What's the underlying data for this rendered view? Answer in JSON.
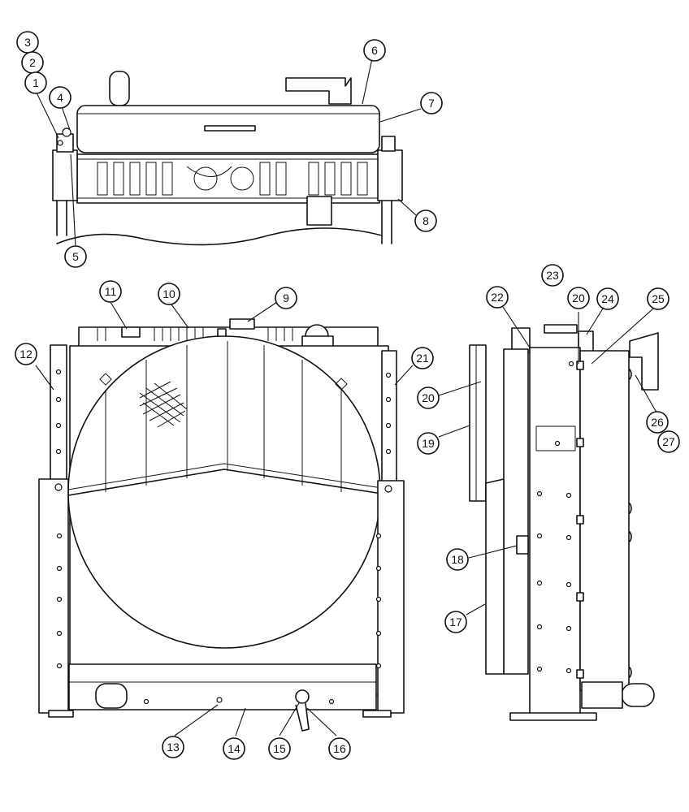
{
  "diagram": {
    "views": {
      "top": {
        "name": "top-view"
      },
      "front": {
        "name": "front-view"
      },
      "side": {
        "name": "side-view"
      }
    },
    "callouts": [
      {
        "id": "c1",
        "label": "1"
      },
      {
        "id": "c2",
        "label": "2"
      },
      {
        "id": "c3",
        "label": "3"
      },
      {
        "id": "c4",
        "label": "4"
      },
      {
        "id": "c5",
        "label": "5"
      },
      {
        "id": "c6",
        "label": "6"
      },
      {
        "id": "c7",
        "label": "7"
      },
      {
        "id": "c8",
        "label": "8"
      },
      {
        "id": "c9",
        "label": "9"
      },
      {
        "id": "c10",
        "label": "10"
      },
      {
        "id": "c11",
        "label": "11"
      },
      {
        "id": "c12",
        "label": "12"
      },
      {
        "id": "c13",
        "label": "13"
      },
      {
        "id": "c14",
        "label": "14"
      },
      {
        "id": "c15",
        "label": "15"
      },
      {
        "id": "c16",
        "label": "16"
      },
      {
        "id": "c17",
        "label": "17"
      },
      {
        "id": "c18",
        "label": "18"
      },
      {
        "id": "c19",
        "label": "19"
      },
      {
        "id": "c20a",
        "label": "20"
      },
      {
        "id": "c20b",
        "label": "20"
      },
      {
        "id": "c21",
        "label": "21"
      },
      {
        "id": "c22",
        "label": "22"
      },
      {
        "id": "c23",
        "label": "23"
      },
      {
        "id": "c24",
        "label": "24"
      },
      {
        "id": "c25",
        "label": "25"
      },
      {
        "id": "c26",
        "label": "26"
      },
      {
        "id": "c27",
        "label": "27"
      }
    ]
  }
}
